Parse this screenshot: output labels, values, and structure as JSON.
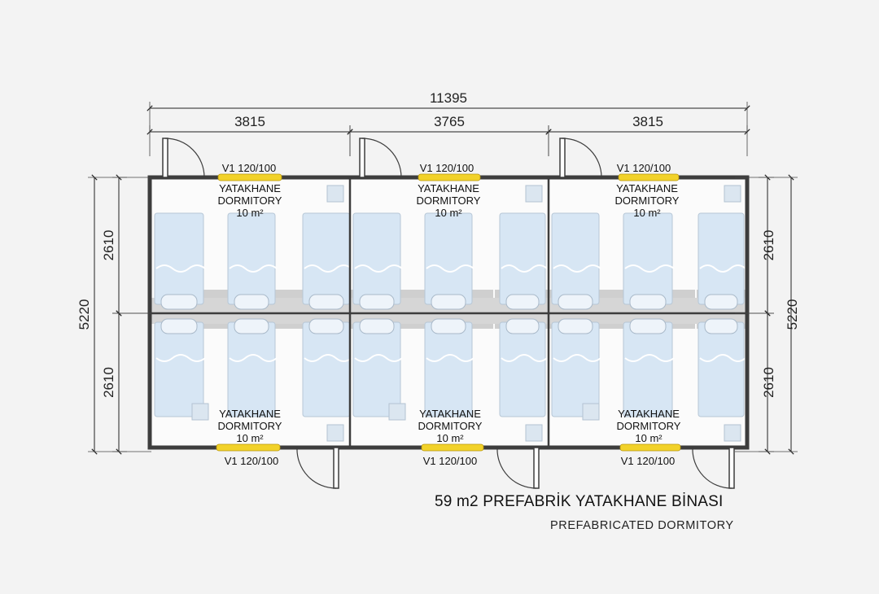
{
  "dimensions": {
    "total_width": "11395",
    "module_widths": [
      "3815",
      "3765",
      "3815"
    ],
    "total_depth": "5220",
    "half_depth": "2610"
  },
  "rooms": [
    {
      "name_tr": "YATAKHANE",
      "name_en": "DORMITORY",
      "area": "10 m²"
    },
    {
      "name_tr": "YATAKHANE",
      "name_en": "DORMITORY",
      "area": "10 m²"
    },
    {
      "name_tr": "YATAKHANE",
      "name_en": "DORMITORY",
      "area": "10 m²"
    },
    {
      "name_tr": "YATAKHANE",
      "name_en": "DORMITORY",
      "area": "10 m²"
    },
    {
      "name_tr": "YATAKHANE",
      "name_en": "DORMITORY",
      "area": "10 m²"
    },
    {
      "name_tr": "YATAKHANE",
      "name_en": "DORMITORY",
      "area": "10 m²"
    }
  ],
  "window_label": "V1 120/100",
  "title": "59 m2 PREFABRİK YATAKHANE BİNASI",
  "subtitle": "PREFABRICATED DORMITORY",
  "colors": {
    "wall": "#3d3d3d",
    "bed_fill": "#d7e6f4",
    "window": "#f2d22a",
    "corridor": "#cfcfcf",
    "background": "#f3f3f3"
  }
}
